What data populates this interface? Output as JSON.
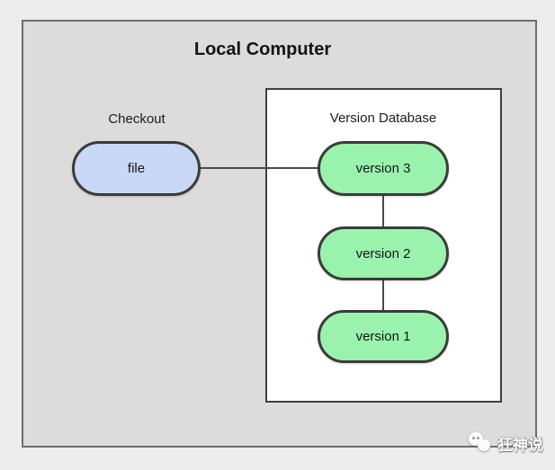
{
  "diagram": {
    "title": "Local Computer",
    "checkout": {
      "label": "Checkout",
      "node": "file"
    },
    "version_database": {
      "label": "Version Database",
      "nodes": [
        "version 3",
        "version 2",
        "version 1"
      ]
    },
    "watermark": "狂神说",
    "colors": {
      "page_bg": "#ededed",
      "outer_box_fill": "#dcdcdc",
      "outer_box_border": "#6e6e6e",
      "inner_box_fill": "#ffffff",
      "inner_box_border": "#3f3f3f",
      "file_node_fill": "#c9d8f7",
      "version_node_fill": "#99f3ad",
      "node_border": "#3b3b3b",
      "connector_line": "#4a4a4a",
      "text": "#161616"
    }
  }
}
